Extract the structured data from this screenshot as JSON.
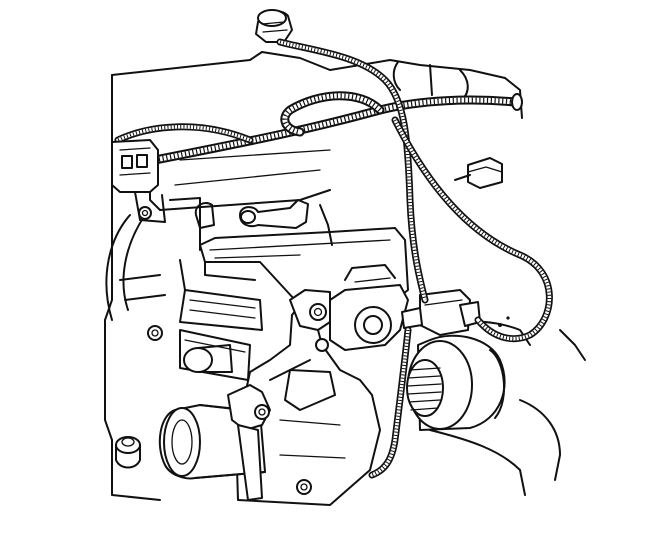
{
  "diagram": {
    "parts": [
      {
        "id": "engine-block",
        "icon": "engine-block-outline"
      },
      {
        "id": "transfer-case-housing",
        "icon": "housing-outline"
      },
      {
        "id": "shift-motor",
        "icon": "electric-motor-cylinder"
      },
      {
        "id": "main-wiring-harness",
        "icon": "corrugated-loom"
      },
      {
        "id": "branch-harness",
        "icon": "corrugated-loom"
      },
      {
        "id": "top-connector",
        "icon": "connector-plug"
      },
      {
        "id": "left-connector",
        "icon": "connector-plug"
      },
      {
        "id": "position-sensor-connector",
        "icon": "connector-plug"
      },
      {
        "id": "output-shaft-yoke",
        "icon": "splined-shaft"
      },
      {
        "id": "mounting-bracket",
        "icon": "bracket"
      },
      {
        "id": "mounting-bolts",
        "icon": "bolt-head"
      }
    ],
    "colors": {
      "line": "#111111",
      "background": "#ffffff"
    }
  }
}
